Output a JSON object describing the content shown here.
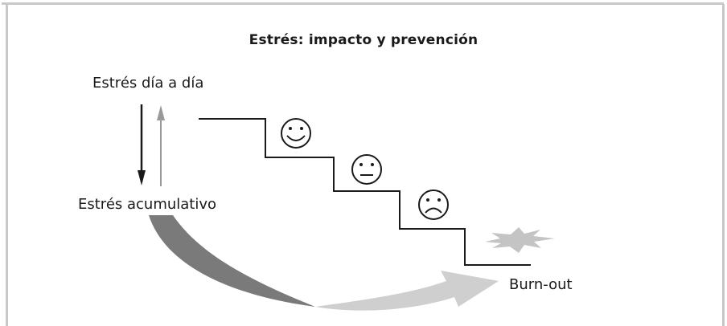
{
  "title": "Estrés: impacto y prevención",
  "labels": {
    "daily_stress": "Estrés día a día",
    "cumulative_stress": "Estrés acumulativo",
    "burnout": "Burn-out"
  },
  "icons": {
    "face_1": "smiling-face-icon",
    "face_2": "neutral-face-icon",
    "face_3": "sad-face-icon",
    "burst": "explosion-burst-icon",
    "arrow_down": "arrow-down-icon",
    "arrow_up": "arrow-up-icon"
  },
  "colors": {
    "frame": "#c8c8c8",
    "text": "#1a1a1a",
    "arrow_dark": "#1a1a1a",
    "arrow_light": "#999999",
    "swoosh_dark": "#7a7a7a",
    "swoosh_light": "#cfcfcf",
    "burst": "#c4c4c4"
  }
}
